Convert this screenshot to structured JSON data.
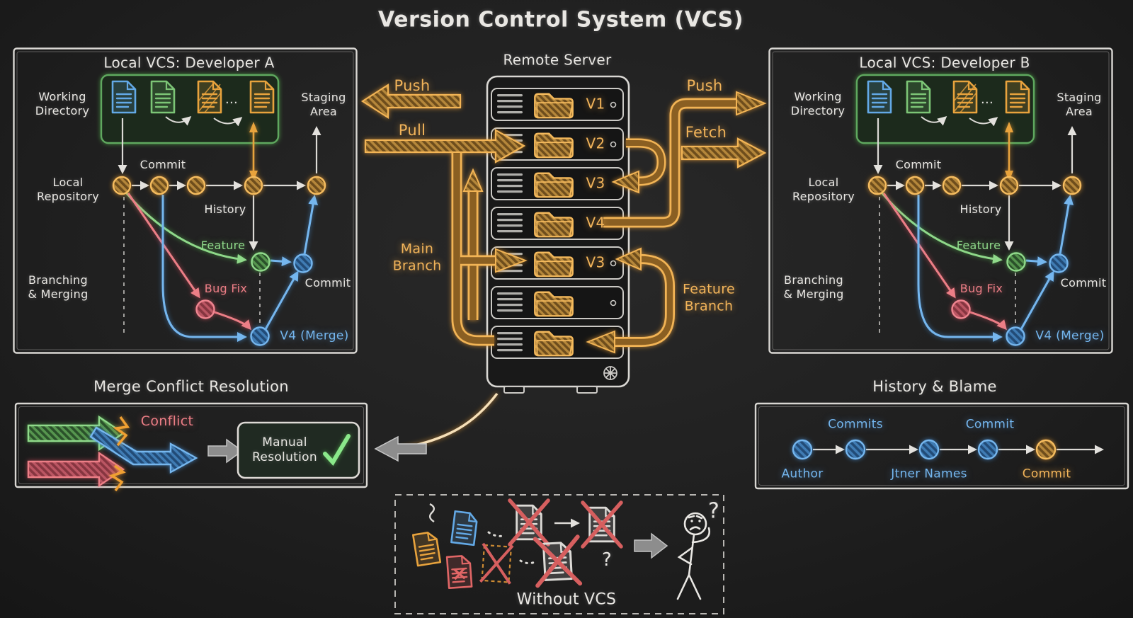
{
  "title": "Version Control System (VCS)",
  "dev_a": {
    "title": "Local VCS: Developer A",
    "working_directory": "Working\nDirectory",
    "staging_area": "Staging\nArea",
    "commit": "Commit",
    "local_repository": "Local\nRepository",
    "history": "History",
    "branching": "Branching\n& Merging",
    "feature": "Feature",
    "bug_fix": "Bug Fix",
    "commit2": "Commit",
    "merge": "V4 (Merge)",
    "ellipsis": "..."
  },
  "dev_b": {
    "title": "Local VCS: Developer B",
    "working_directory": "Working\nDirectory",
    "staging_area": "Staging\nArea",
    "commit": "Commit",
    "local_repository": "Local\nRepository",
    "history": "History",
    "branching": "Branching\n& Merging",
    "feature": "Feature",
    "bug_fix": "Bug Fix",
    "commit2": "Commit",
    "merge": "V4 (Merge)",
    "ellipsis": "..."
  },
  "remote": {
    "title": "Remote Server",
    "push_left": "Push",
    "pull": "Pull",
    "push_right": "Push",
    "fetch": "Fetch",
    "main_branch": "Main\nBranch",
    "feature_branch": "Feature\nBranch",
    "slots": [
      "V1",
      "V2",
      "V3",
      "V4",
      "V3"
    ]
  },
  "merge_panel": {
    "title": "Merge Conflict Resolution",
    "conflict": "Conflict",
    "resolution": "Manual\nResolution"
  },
  "history_panel": {
    "title": "History & Blame",
    "commits_top": "Commits",
    "commit_top": "Commit",
    "author": "Author",
    "middle": "Jtner Names",
    "commit_bottom": "Commit"
  },
  "without_panel": {
    "title": "Without VCS",
    "question_doc": "?",
    "question_figure": "?"
  },
  "colors": {
    "chalk": "#e9e7e3",
    "orange": "#f2b45a",
    "green": "#8fd98a",
    "blue": "#74b6ee",
    "red": "#ec7e86"
  }
}
